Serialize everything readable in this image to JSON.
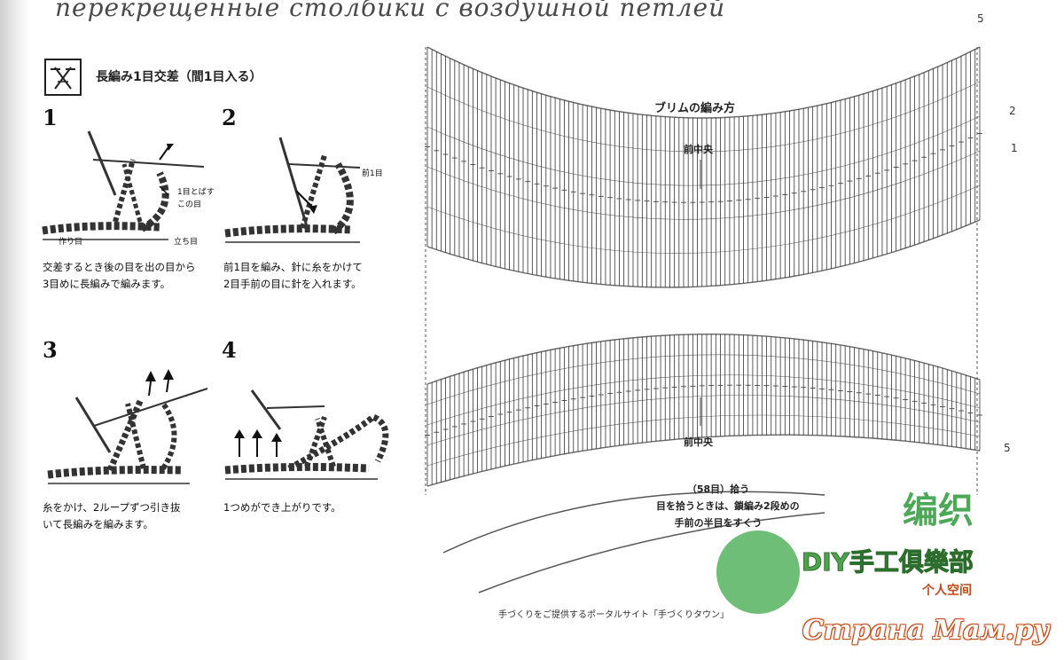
{
  "header": {
    "title": "перекрещенные столбики с воздушной петлей"
  },
  "section": {
    "title": "長編み1目交差（間1目入る）",
    "symbol_icon": "crossed-stitch-symbol-icon"
  },
  "steps": [
    {
      "num": "1",
      "text_line1": "交差するとき後の目を出の目から",
      "text_line2": "3目めに長編みで編みます。"
    },
    {
      "num": "2",
      "text_line1": "前1目を編み、針に糸をかけて",
      "text_line2": "2目手前の目に針を入れます。"
    },
    {
      "num": "3",
      "text_line1": "糸をかけ、2ループずつ引き抜",
      "text_line2": "いて長編みを編みます。"
    },
    {
      "num": "4",
      "text_line1": "1つめができ上がりです。",
      "text_line2": ""
    }
  ],
  "figure_labels": {
    "step1_skip": "1目とばす",
    "step1_this": "この目",
    "step1_kusari": "作り目",
    "step1_tate": "立ち目",
    "step2_mae": "前1目"
  },
  "brim_chart": {
    "title": "ブリムの編み方",
    "center_top": "前中央",
    "center_bottom": "前中央",
    "row_markers": [
      "5",
      "2",
      "1",
      "5"
    ],
    "note_line1": "（58目）拾う",
    "note_line2": "目を拾うときは、鎖編み2段めの",
    "note_line3": "手前の半目をすくう"
  },
  "footer": {
    "text": "手づくりをご提供するポータルサイト「手づくりタウン」"
  },
  "watermarks": {
    "cn_logo": "编织",
    "diy": "DIY手工俱樂部",
    "sub": "个人空间",
    "site": "Страна Мам.ру"
  },
  "colors": {
    "ink": "#222222",
    "watermark_green": "#3a9b3a",
    "watermark_orange": "#c05020"
  }
}
